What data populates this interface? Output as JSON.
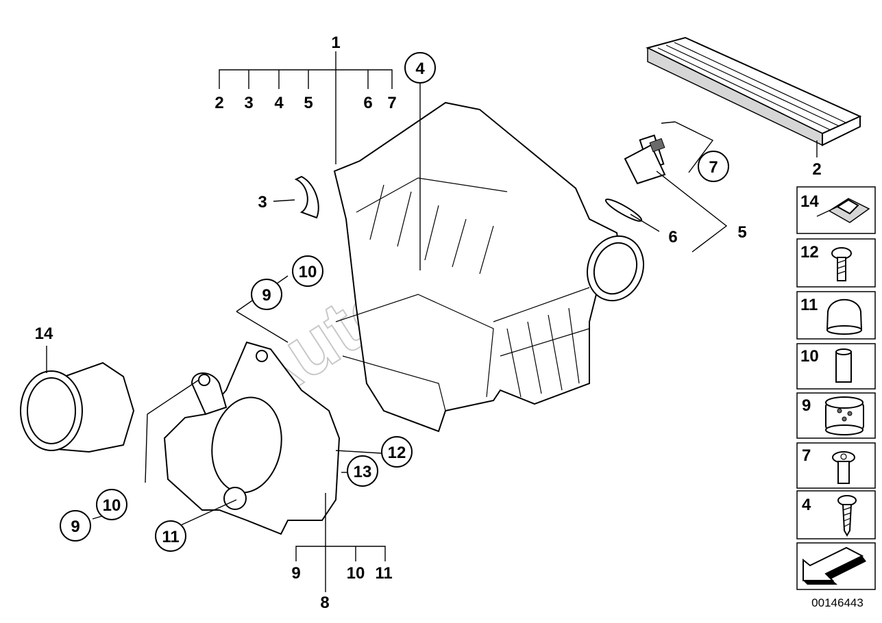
{
  "watermark": "Autosoft",
  "doc_number": "00146443",
  "callouts": {
    "c1": "1",
    "c2a": "2",
    "c3a": "3",
    "c4a": "4",
    "c5a": "5",
    "c6a": "6",
    "c7a": "7",
    "c4_circ": "4",
    "c3_side": "3",
    "c2_filter": "2",
    "c7_circ": "7",
    "c6_seal": "6",
    "c5_sensor": "5",
    "c10_top": "10",
    "c9_top": "9",
    "c14_left": "14",
    "c10_left": "10",
    "c9_left": "9",
    "c11_left": "11",
    "c12": "12",
    "c13": "13",
    "c9_bottom": "9",
    "c10_bottom": "10",
    "c11_bottom": "11",
    "c8": "8"
  },
  "legend": [
    {
      "num": "14",
      "icon": "clip-nut-icon"
    },
    {
      "num": "12",
      "icon": "screw-icon"
    },
    {
      "num": "11",
      "icon": "rubber-cap-icon"
    },
    {
      "num": "10",
      "icon": "sleeve-icon"
    },
    {
      "num": "9",
      "icon": "rubber-mount-icon"
    },
    {
      "num": "7",
      "icon": "torx-screw-icon"
    },
    {
      "num": "4",
      "icon": "tapping-screw-icon"
    }
  ]
}
